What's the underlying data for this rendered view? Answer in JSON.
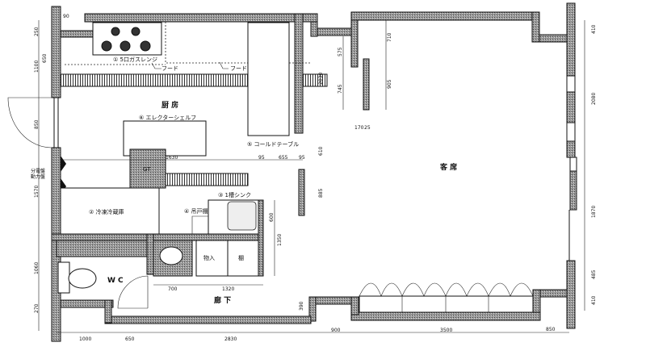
{
  "rooms": {
    "kitchen": "厨 房",
    "seating": "客 席",
    "corridor": "廊 下",
    "wc": "W C"
  },
  "equipment": {
    "gas_range": "① 5口ガスレンジ",
    "hood_1": "フード",
    "hood_2": "フード",
    "shelf": "⑥ エレクターシェルフ",
    "cold_table": "⑤ コールドテーブル",
    "gt": "GT",
    "fridge": "② 冷凍冷蔵庫",
    "sink": "③ 1槽シンク",
    "hanging_cabinet": "④ 吊戸棚",
    "storage": "物入",
    "shelf_small": "棚",
    "panel": "分電盤",
    "power_panel": "動力盤"
  },
  "dimensions": {
    "top": [
      "90"
    ],
    "left": [
      "250",
      "1100",
      "850",
      "1570",
      "1060",
      "270",
      "650"
    ],
    "bottom": [
      "1000",
      "650",
      "2830",
      "900",
      "3500",
      "850"
    ],
    "right": [
      "410",
      "2080",
      "1870",
      "485",
      "410"
    ],
    "inner": [
      "1630",
      "95",
      "655",
      "95",
      "610",
      "885",
      "575",
      "745",
      "710",
      "905",
      "170",
      "25",
      "2030",
      "600",
      "1350",
      "700",
      "1320",
      "390"
    ]
  }
}
